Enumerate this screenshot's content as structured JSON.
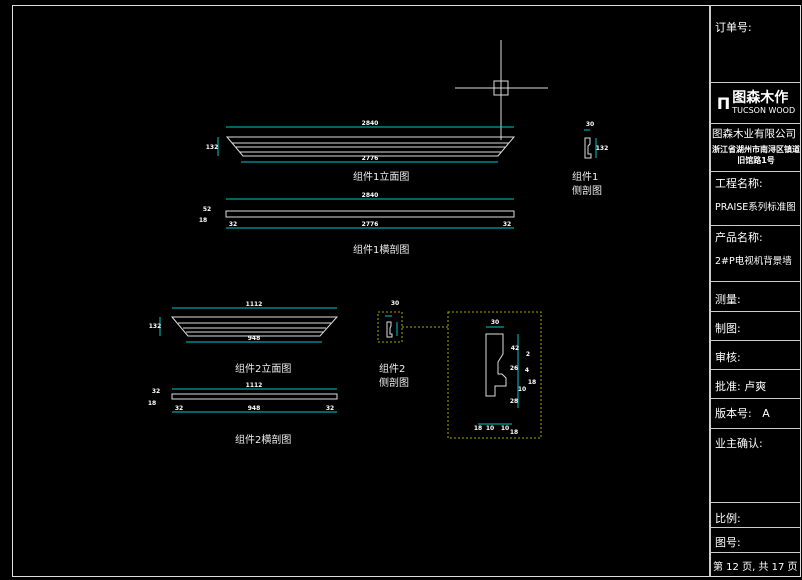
{
  "title_block": {
    "order_no": "订单号:",
    "logo_cn": "图森木作",
    "logo_en": "TUCSON WOOD",
    "company": "图森木业有限公司",
    "address": "浙江省湖州市南浔区镇道旧馆路1号",
    "project_label": "工程名称:",
    "project_value": "PRAISE系列标准图",
    "product_label": "产品名称:",
    "product_value": "2#P电视机背景墙",
    "survey": "测量:",
    "drafter": "制图:",
    "review": "审核:",
    "approve_label": "批准:",
    "approve_value": "卢爽",
    "version_label": "版本号:",
    "version_value": "A",
    "owner_confirm": "业主确认:",
    "scale": "比例:",
    "drawing_no": "图号:",
    "page": "第 12 页, 共 17 页"
  },
  "views": {
    "c1_elev": "组件1立面图",
    "c1_side_a": "组件1",
    "c1_side_b": "侧剖图",
    "c1_cross": "组件1横剖图",
    "c2_elev": "组件2立面图",
    "c2_side_a": "组件2",
    "c2_side_b": "侧剖图",
    "c2_cross": "组件2横剖图"
  },
  "dims": {
    "c1_top": "2840",
    "c1_bottom": "2776",
    "c1_h": "132",
    "c1_side_w": "30",
    "c1_side_h": "132",
    "c1x_top": "2840",
    "c1x_mid": "2776",
    "c1x_l": "32",
    "c1x_r": "32",
    "c1x_t1": "52",
    "c1x_t2": "18",
    "c2_top": "1112",
    "c2_bottom": "948",
    "c2_h": "132",
    "c2_side_w": "30",
    "c2x_top": "1112",
    "c2x_mid": "948",
    "c2x_l": "32",
    "c2x_r": "32",
    "c2x_t1": "32",
    "c2x_t2": "18",
    "d_w": "30",
    "d_a": "42",
    "d_b": "2",
    "d_c": "26",
    "d_d": "4",
    "d_e": "18",
    "d_f": "10",
    "d_g": "28",
    "d_b1": "18",
    "d_b2": "10",
    "d_b3": "10",
    "d_b4": "18"
  },
  "colors": {
    "dim": "#00c8c8",
    "line": "#e0e0e0",
    "detail": "#a8a800"
  }
}
